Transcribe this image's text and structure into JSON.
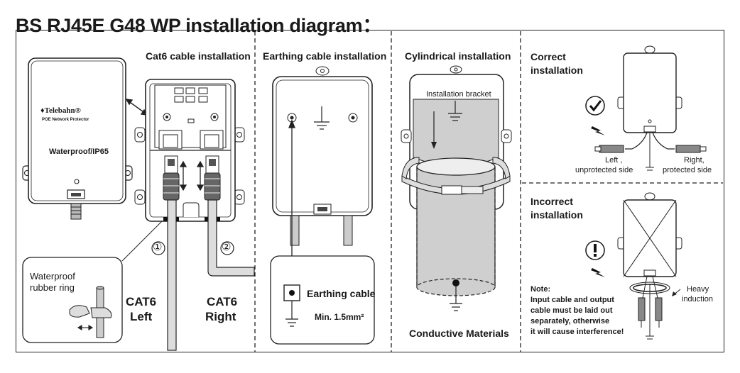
{
  "title": "BS RJ45E G48 WP installation diagram：",
  "panel1": {
    "heading": "Cat6 cable installation",
    "brand": "♦Telebahn®",
    "brand_sub": "POE Network Protector",
    "waterproof": "Waterproof/IP65",
    "marker1": "①",
    "marker2": "②",
    "ring_label_1": "Waterproof",
    "ring_label_2": "rubber ring",
    "left_1": "CAT6",
    "left_2": "Left",
    "right_1": "CAT6",
    "right_2": "Right"
  },
  "panel2": {
    "heading": "Earthing cable installation",
    "cable_label": "Earthing cable",
    "min_label": "Min. 1.5mm²"
  },
  "panel3": {
    "heading": "Cylindrical installation",
    "bracket": "Installation bracket",
    "materials": "Conductive Materials"
  },
  "panel4": {
    "correct_1": "Correct",
    "correct_2": "installation",
    "left_side_1": "Left ,",
    "left_side_2": "unprotected side",
    "right_side_1": "Right,",
    "right_side_2": "protected side",
    "incorrect_1": "Incorrect",
    "incorrect_2": "installation",
    "note_head": "Note:",
    "note_1": "Input cable and output",
    "note_2": "cable must be laid out",
    "note_3": "separately, otherwise",
    "note_4": "it will cause interference!",
    "heavy_1": "Heavy",
    "heavy_2": "induction"
  },
  "icons": [
    "check-icon",
    "exclamation-icon",
    "lightning-icon",
    "ground-icon"
  ]
}
